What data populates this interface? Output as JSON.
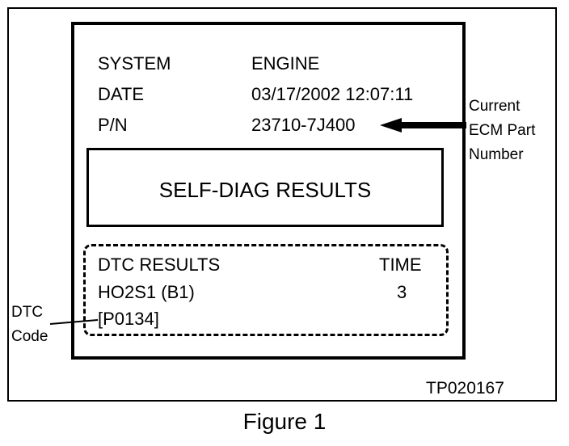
{
  "header_rows": [
    {
      "label": "SYSTEM",
      "value": "ENGINE"
    },
    {
      "label": "DATE",
      "value": "03/17/2002 12:07:11"
    },
    {
      "label": "P/N",
      "value": "23710-7J400"
    }
  ],
  "results_title": "SELF-DIAG RESULTS",
  "dtc_table": {
    "headers": [
      "DTC RESULTS",
      "TIME"
    ],
    "rows": [
      {
        "result": "HO2S1 (B1)",
        "time": "3"
      },
      {
        "result": "[P0134]",
        "time": ""
      }
    ]
  },
  "callouts": {
    "ecm_part_number": [
      "Current",
      "ECM Part",
      "Number"
    ],
    "dtc_code": [
      "DTC",
      "Code"
    ]
  },
  "figure_id": "TP020167",
  "caption": "Figure 1"
}
